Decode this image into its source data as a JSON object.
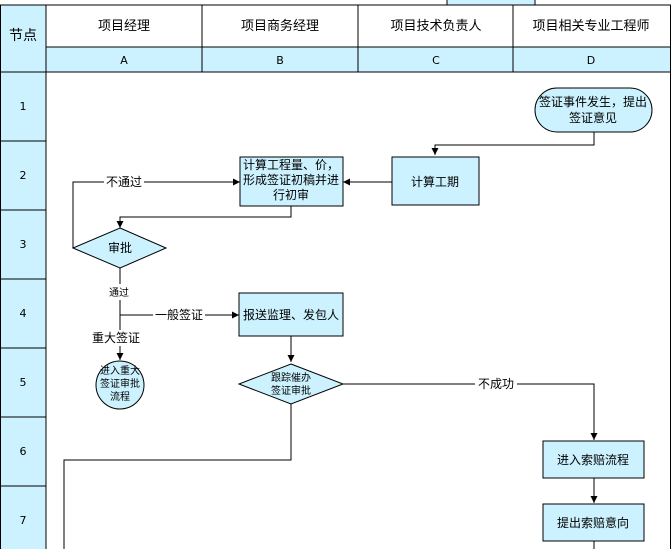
{
  "header": {
    "node_label": "节点",
    "columns": [
      {
        "title": "项目经理",
        "code": "A"
      },
      {
        "title": "项目商务经理",
        "code": "B"
      },
      {
        "title": "项目技术负责人",
        "code": "C"
      },
      {
        "title": "项目相关专业工程师",
        "code": "D"
      }
    ]
  },
  "rows": [
    "1",
    "2",
    "3",
    "4",
    "5",
    "6",
    "7"
  ],
  "nodes": {
    "visa_event": [
      "签证事件发生，提出",
      "签证意见"
    ],
    "calc_period": "计算工期",
    "calc_quantity": [
      "计算工程量、价，",
      "形成签证初稿并进",
      "行初审"
    ],
    "review": "审批",
    "submit": "报送监理、发包人",
    "major_process": [
      "进入重大",
      "签证审批",
      "流程"
    ],
    "track": [
      "跟踪催办",
      "签证审批"
    ],
    "claim_process": "进入索赔流程",
    "claim_intent": "提出索赔意向"
  },
  "labels": {
    "fail": "不通过",
    "pass": "通过",
    "general_visa": "一般签证",
    "major_visa": "重大签证",
    "unsuccessful": "不成功"
  },
  "colors": {
    "grid_line": "#000000",
    "header_fill": "#ccf2ff",
    "node_fill": "#ccf2ff"
  }
}
